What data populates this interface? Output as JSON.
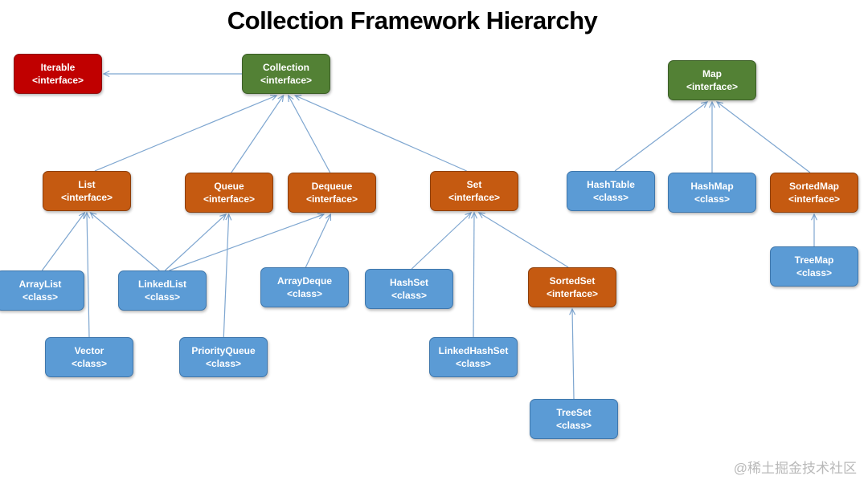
{
  "title": "Collection Framework Hierarchy",
  "watermark": "@稀土掘金技术社区",
  "colors": {
    "red": "#C00000",
    "red_border": "#8E1010",
    "green": "#538135",
    "green_border": "#3B5E26",
    "orange": "#C55A11",
    "orange_border": "#8E3F0B",
    "blue": "#5B9BD5",
    "blue_border": "#3F77AC",
    "edge": "#7EA6D0"
  },
  "nodes": [
    {
      "id": "iterable",
      "label": "Iterable",
      "kind": "<interface>",
      "color": "red"
    },
    {
      "id": "collection",
      "label": "Collection",
      "kind": "<interface>",
      "color": "green"
    },
    {
      "id": "map",
      "label": "Map",
      "kind": "<interface>",
      "color": "green"
    },
    {
      "id": "list",
      "label": "List",
      "kind": "<interface>",
      "color": "orange"
    },
    {
      "id": "queue",
      "label": "Queue",
      "kind": "<interface>",
      "color": "orange"
    },
    {
      "id": "dequeue",
      "label": "Dequeue",
      "kind": "<interface>",
      "color": "orange"
    },
    {
      "id": "set",
      "label": "Set",
      "kind": "<interface>",
      "color": "orange"
    },
    {
      "id": "hashtable",
      "label": "HashTable",
      "kind": "<class>",
      "color": "blue"
    },
    {
      "id": "hashmap",
      "label": "HashMap",
      "kind": "<class>",
      "color": "blue"
    },
    {
      "id": "sortedmap",
      "label": "SortedMap",
      "kind": "<interface>",
      "color": "orange"
    },
    {
      "id": "arraylist",
      "label": "ArrayList",
      "kind": "<class>",
      "color": "blue"
    },
    {
      "id": "linkedlist",
      "label": "LinkedList",
      "kind": "<class>",
      "color": "blue"
    },
    {
      "id": "arraydeque",
      "label": "ArrayDeque",
      "kind": "<class>",
      "color": "blue"
    },
    {
      "id": "hashset",
      "label": "HashSet",
      "kind": "<class>",
      "color": "blue"
    },
    {
      "id": "sortedset",
      "label": "SortedSet",
      "kind": "<interface>",
      "color": "orange"
    },
    {
      "id": "treemap",
      "label": "TreeMap",
      "kind": "<class>",
      "color": "blue"
    },
    {
      "id": "vector",
      "label": "Vector",
      "kind": "<class>",
      "color": "blue"
    },
    {
      "id": "priorityqueue",
      "label": "PriorityQueue",
      "kind": "<class>",
      "color": "blue"
    },
    {
      "id": "linkedhashset",
      "label": "LinkedHashSet",
      "kind": "<class>",
      "color": "blue"
    },
    {
      "id": "treeset",
      "label": "TreeSet",
      "kind": "<class>",
      "color": "blue"
    }
  ],
  "edges": [
    {
      "from": "collection",
      "to": "iterable"
    },
    {
      "from": "list",
      "to": "collection"
    },
    {
      "from": "queue",
      "to": "collection"
    },
    {
      "from": "dequeue",
      "to": "collection"
    },
    {
      "from": "set",
      "to": "collection"
    },
    {
      "from": "arraylist",
      "to": "list"
    },
    {
      "from": "vector",
      "to": "list"
    },
    {
      "from": "linkedlist",
      "to": "list"
    },
    {
      "from": "linkedlist",
      "to": "queue"
    },
    {
      "from": "linkedlist",
      "to": "dequeue"
    },
    {
      "from": "priorityqueue",
      "to": "queue"
    },
    {
      "from": "arraydeque",
      "to": "dequeue"
    },
    {
      "from": "hashset",
      "to": "set"
    },
    {
      "from": "linkedhashset",
      "to": "set"
    },
    {
      "from": "sortedset",
      "to": "set"
    },
    {
      "from": "treeset",
      "to": "sortedset"
    },
    {
      "from": "hashtable",
      "to": "map"
    },
    {
      "from": "hashmap",
      "to": "map"
    },
    {
      "from": "sortedmap",
      "to": "map"
    },
    {
      "from": "treemap",
      "to": "sortedmap"
    }
  ]
}
